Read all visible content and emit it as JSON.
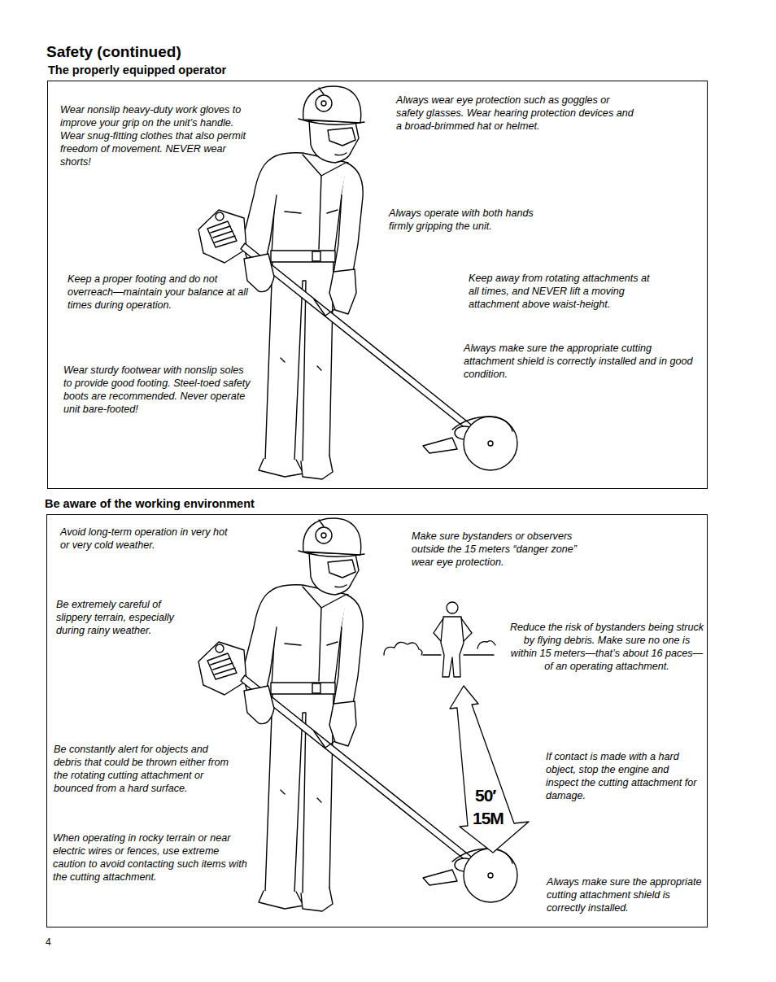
{
  "diagram": {
    "title": "Safety (continued)",
    "nodes": [
      {
        "text": [
          "The properly equipped operator",
          "Wear nonslip heavy-duty work gloves to improve your grip on the unit’s handle. Wear snug-fitting clothes that also permit freedom of movement. NEVER wear shorts!",
          "Always wear eye protection such as goggles or safety glasses. Wear hearing protection devices and a broad-brimmed hat or helmet.",
          "Always operate with both hands firmly gripping the unit.",
          "Keep a proper footing and do not overreach—maintain your balance at all times during operation.",
          "Keep away from rotating attachments at all times, and NEVER lift a moving attachment above waist-height.",
          "Always make sure the appropriate cutting attachment shield is correctly installed and in good condition.",
          "Wear sturdy footwear with nonslip soles to provide good footing. Steel-toed safety boots are recommended. Never operate unit bare-footed!"
        ]
      },
      {
        "text": [
          "Be aware of the working environment",
          "Avoid long-term operation in very hot or very cold weather.",
          "Make sure bystanders or observers outside the 15 meters “danger zone” wear eye protection.",
          "Be extremely careful of slippery terrain, especially during rainy weather.",
          "Reduce the risk of bystanders being struck by flying debris. Make sure no one is within 15 meters—that’s about 16 paces—of an operating attachment.",
          "Be constantly alert for objects and debris that could be thrown either from the rotating cutting attachment or bounced from a hard surface.",
          "If contact is made with a hard object, stop the engine and inspect the cutting attachment for damage.",
          "When operating in rocky terrain or near electric wires or fences, use extreme caution to avoid contacting such items with the cutting attachment.",
          "Always make sure the appropriate cutting attachment shield is correctly installed."
        ]
      }
    ],
    "labels": [
      "50′",
      "15M",
      "4"
    ]
  }
}
